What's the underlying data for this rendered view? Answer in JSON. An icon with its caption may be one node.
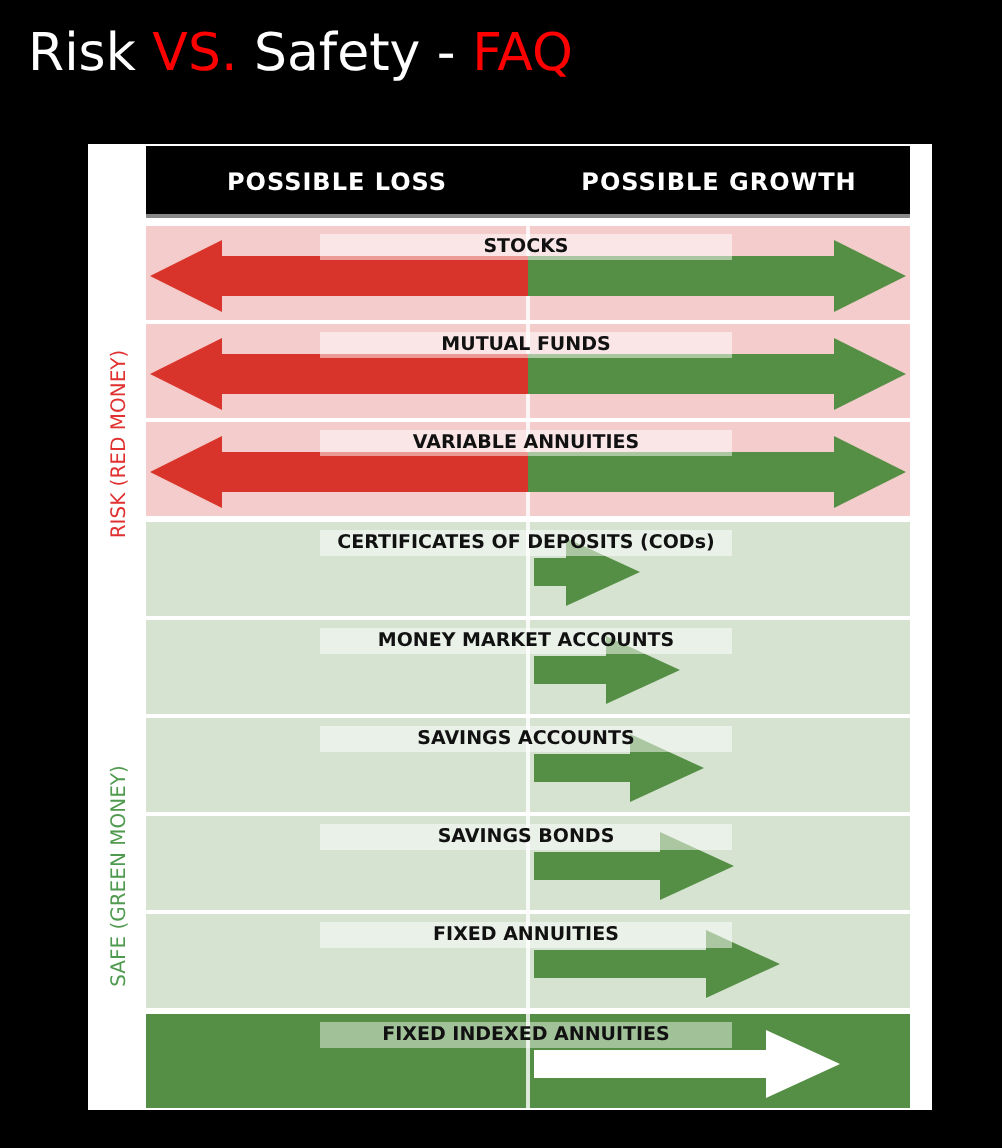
{
  "diagram": {
    "title": "Risk VS. Safety - FAQ",
    "nodes": [
      {
        "text": [
          "STOCKS"
        ]
      },
      {
        "text": [
          "MUTUAL FUNDS"
        ]
      },
      {
        "text": [
          "VARIABLE ANNUITIES"
        ]
      },
      {
        "text": [
          "CERTIFICATES OF DEPOSITS (CODs)"
        ]
      },
      {
        "text": [
          "MONEY MARKET ACCOUNTS"
        ]
      },
      {
        "text": [
          "SAVINGS ACCOUNTS"
        ]
      },
      {
        "text": [
          "SAVINGS BONDS"
        ]
      },
      {
        "text": [
          "FIXED ANNUITIES"
        ]
      },
      {
        "text": [
          "FIXED INDEXED ANNUITIES"
        ]
      }
    ],
    "labels": [
      "POSSIBLE LOSS",
      "POSSIBLE GROWTH",
      "RISK (RED MONEY)",
      "SAFE (GREEN MONEY)"
    ]
  }
}
